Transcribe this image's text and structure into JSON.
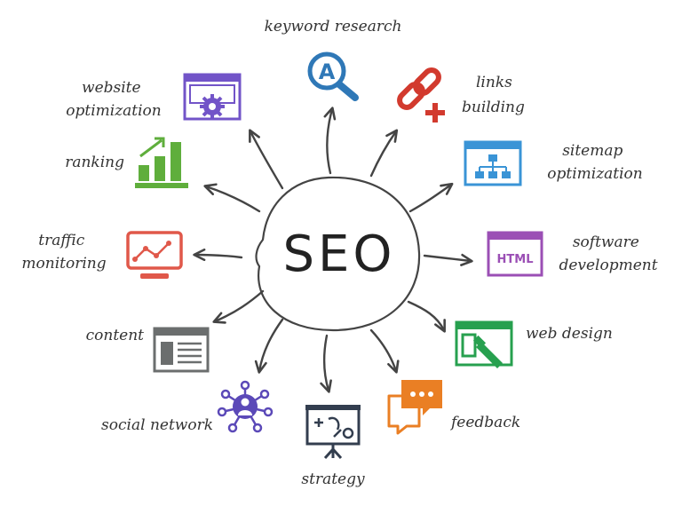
{
  "center": {
    "label": "SEO"
  },
  "nodes": [
    {
      "id": "keyword-research",
      "label_lines": [
        "keyword research"
      ],
      "icon": "magnifier-a-icon",
      "color": "#2f78b7"
    },
    {
      "id": "links-building",
      "label_lines": [
        "links",
        "building"
      ],
      "icon": "chain-link-plus-icon",
      "color": "#d23a2e"
    },
    {
      "id": "sitemap-optimization",
      "label_lines": [
        "sitemap",
        "optimization"
      ],
      "icon": "sitemap-icon",
      "color": "#3a94d6"
    },
    {
      "id": "software-development",
      "label_lines": [
        "software",
        "development"
      ],
      "icon": "html-window-icon",
      "color": "#9b4fb5",
      "icon_text": "HTML"
    },
    {
      "id": "web-design",
      "label_lines": [
        "web design"
      ],
      "icon": "web-design-icon",
      "color": "#27a04f"
    },
    {
      "id": "feedback",
      "label_lines": [
        "feedback"
      ],
      "icon": "speech-bubbles-icon",
      "color": "#ea7f24"
    },
    {
      "id": "strategy",
      "label_lines": [
        "strategy"
      ],
      "icon": "strategy-board-icon",
      "color": "#333e4f"
    },
    {
      "id": "social-network",
      "label_lines": [
        "social network"
      ],
      "icon": "social-network-icon",
      "color": "#5b49b8"
    },
    {
      "id": "content",
      "label_lines": [
        "content"
      ],
      "icon": "content-page-icon",
      "color": "#6b6e6e"
    },
    {
      "id": "traffic-monitoring",
      "label_lines": [
        "traffic",
        "monitoring"
      ],
      "icon": "monitor-graph-icon",
      "color": "#e0584a"
    },
    {
      "id": "ranking",
      "label_lines": [
        "ranking"
      ],
      "icon": "bar-chart-icon",
      "color": "#5fae3c"
    },
    {
      "id": "website-optimization",
      "label_lines": [
        "website",
        "optimization"
      ],
      "icon": "gear-window-icon",
      "color": "#7254c8"
    }
  ]
}
